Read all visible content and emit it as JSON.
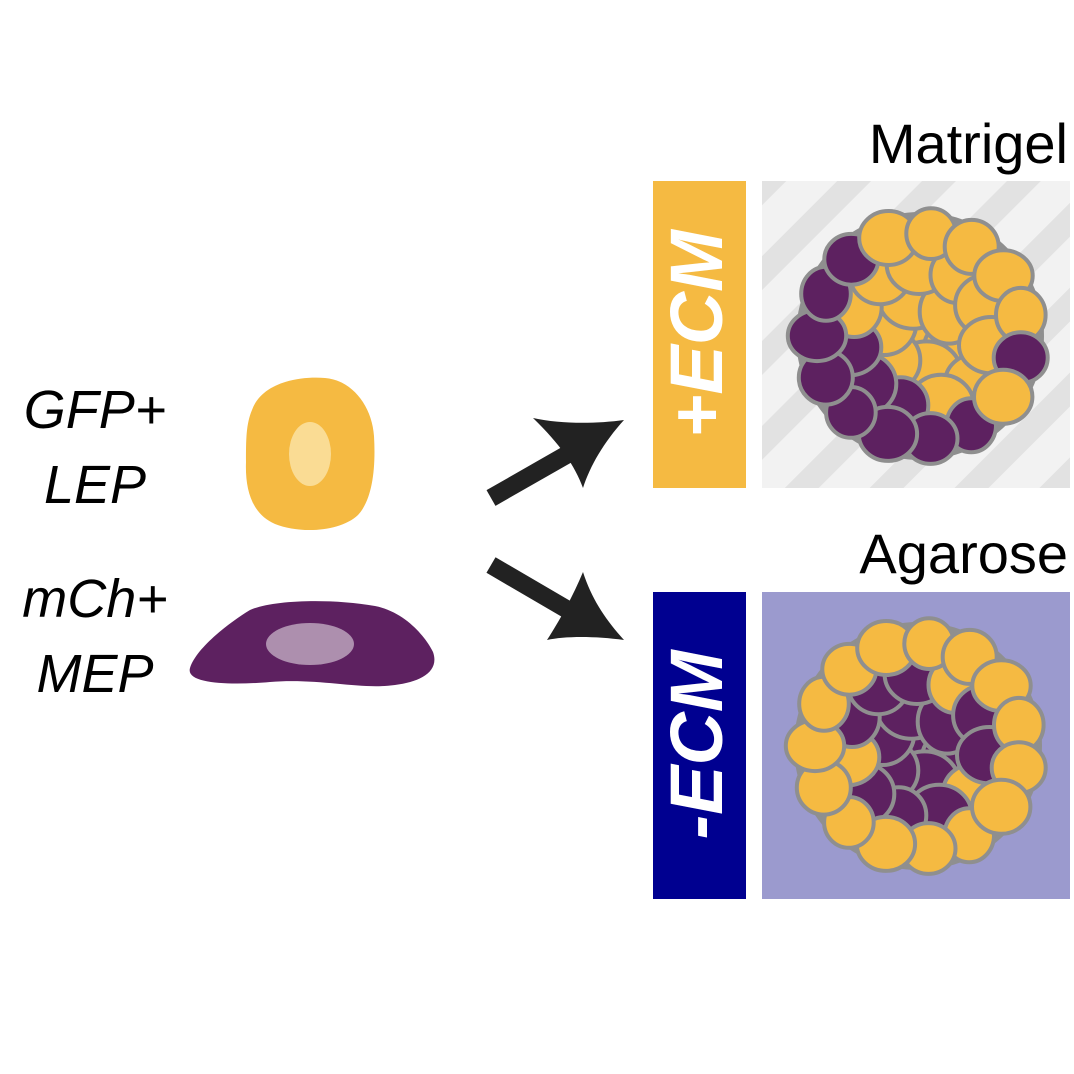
{
  "cells": {
    "lep": {
      "label_line1": "GFP+",
      "label_line2": "LEP"
    },
    "mep": {
      "label_line1": "mCh+",
      "label_line2": "MEP"
    }
  },
  "conditions": [
    {
      "header": "Matrigel",
      "band": "+ECM",
      "organoid": "lep-outer-mep-mixed"
    },
    {
      "header": "Agarose",
      "band": "-ECM",
      "organoid": "lep-outer-mep-inner"
    }
  ],
  "colors": {
    "lep": "#f5ba42",
    "lep_nucleus": "#fadc94",
    "mep": "#5d2160",
    "mep_nucleus": "#ad8fae",
    "ecm_band": "#f5ba42",
    "no_ecm_band": "#000090",
    "matrigel_bg": "#ededed",
    "agarose_bg": "#9b9ace",
    "cell_border": "#8f8f8f",
    "arrow": "#222222"
  }
}
